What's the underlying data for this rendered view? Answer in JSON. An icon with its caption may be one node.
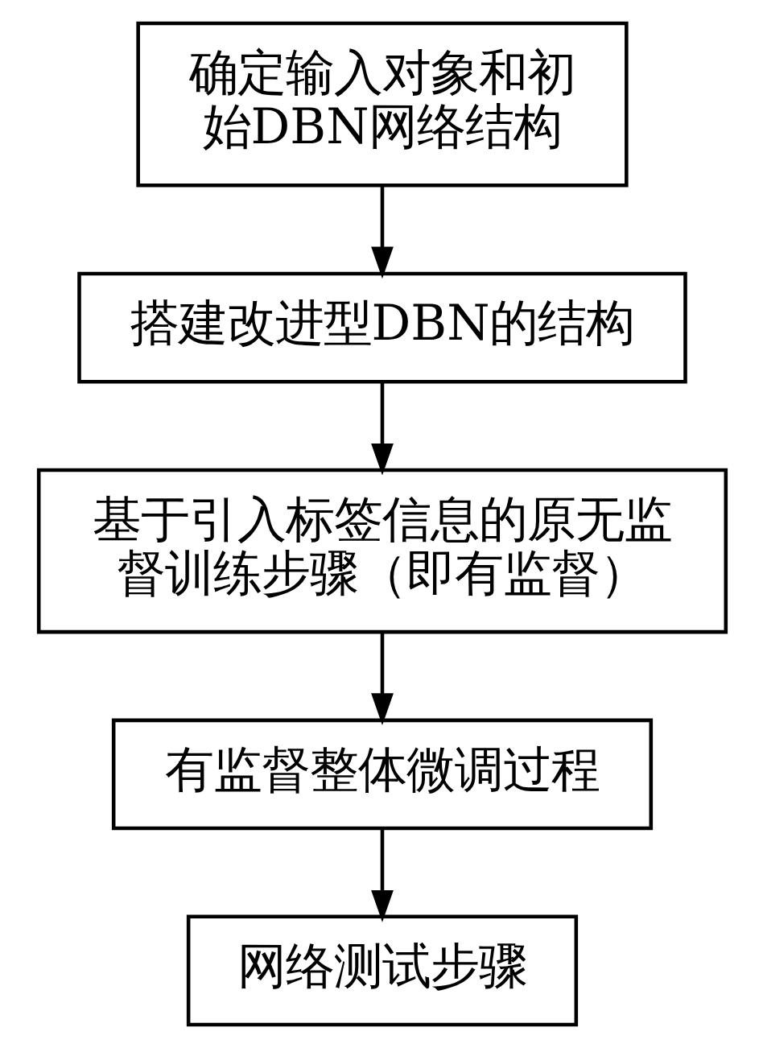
{
  "diagram": {
    "nodes": [
      {
        "text": [
          "确定输入对象和初始DBN网络结构"
        ]
      },
      {
        "text": [
          "搭建改进型DBN的结构"
        ]
      },
      {
        "text": [
          "基于引入标签信息的原无监督训练步骤（即有监督）"
        ]
      },
      {
        "text": [
          "有监督整体微调过程"
        ]
      },
      {
        "text": [
          "网络测试步骤"
        ]
      }
    ],
    "edges": [
      {
        "from": 0,
        "to": 1,
        "arrow": "to"
      },
      {
        "from": 1,
        "to": 2,
        "arrow": "to"
      },
      {
        "from": 2,
        "to": 3,
        "arrow": "to"
      },
      {
        "from": 3,
        "to": 4,
        "arrow": "to"
      }
    ]
  }
}
